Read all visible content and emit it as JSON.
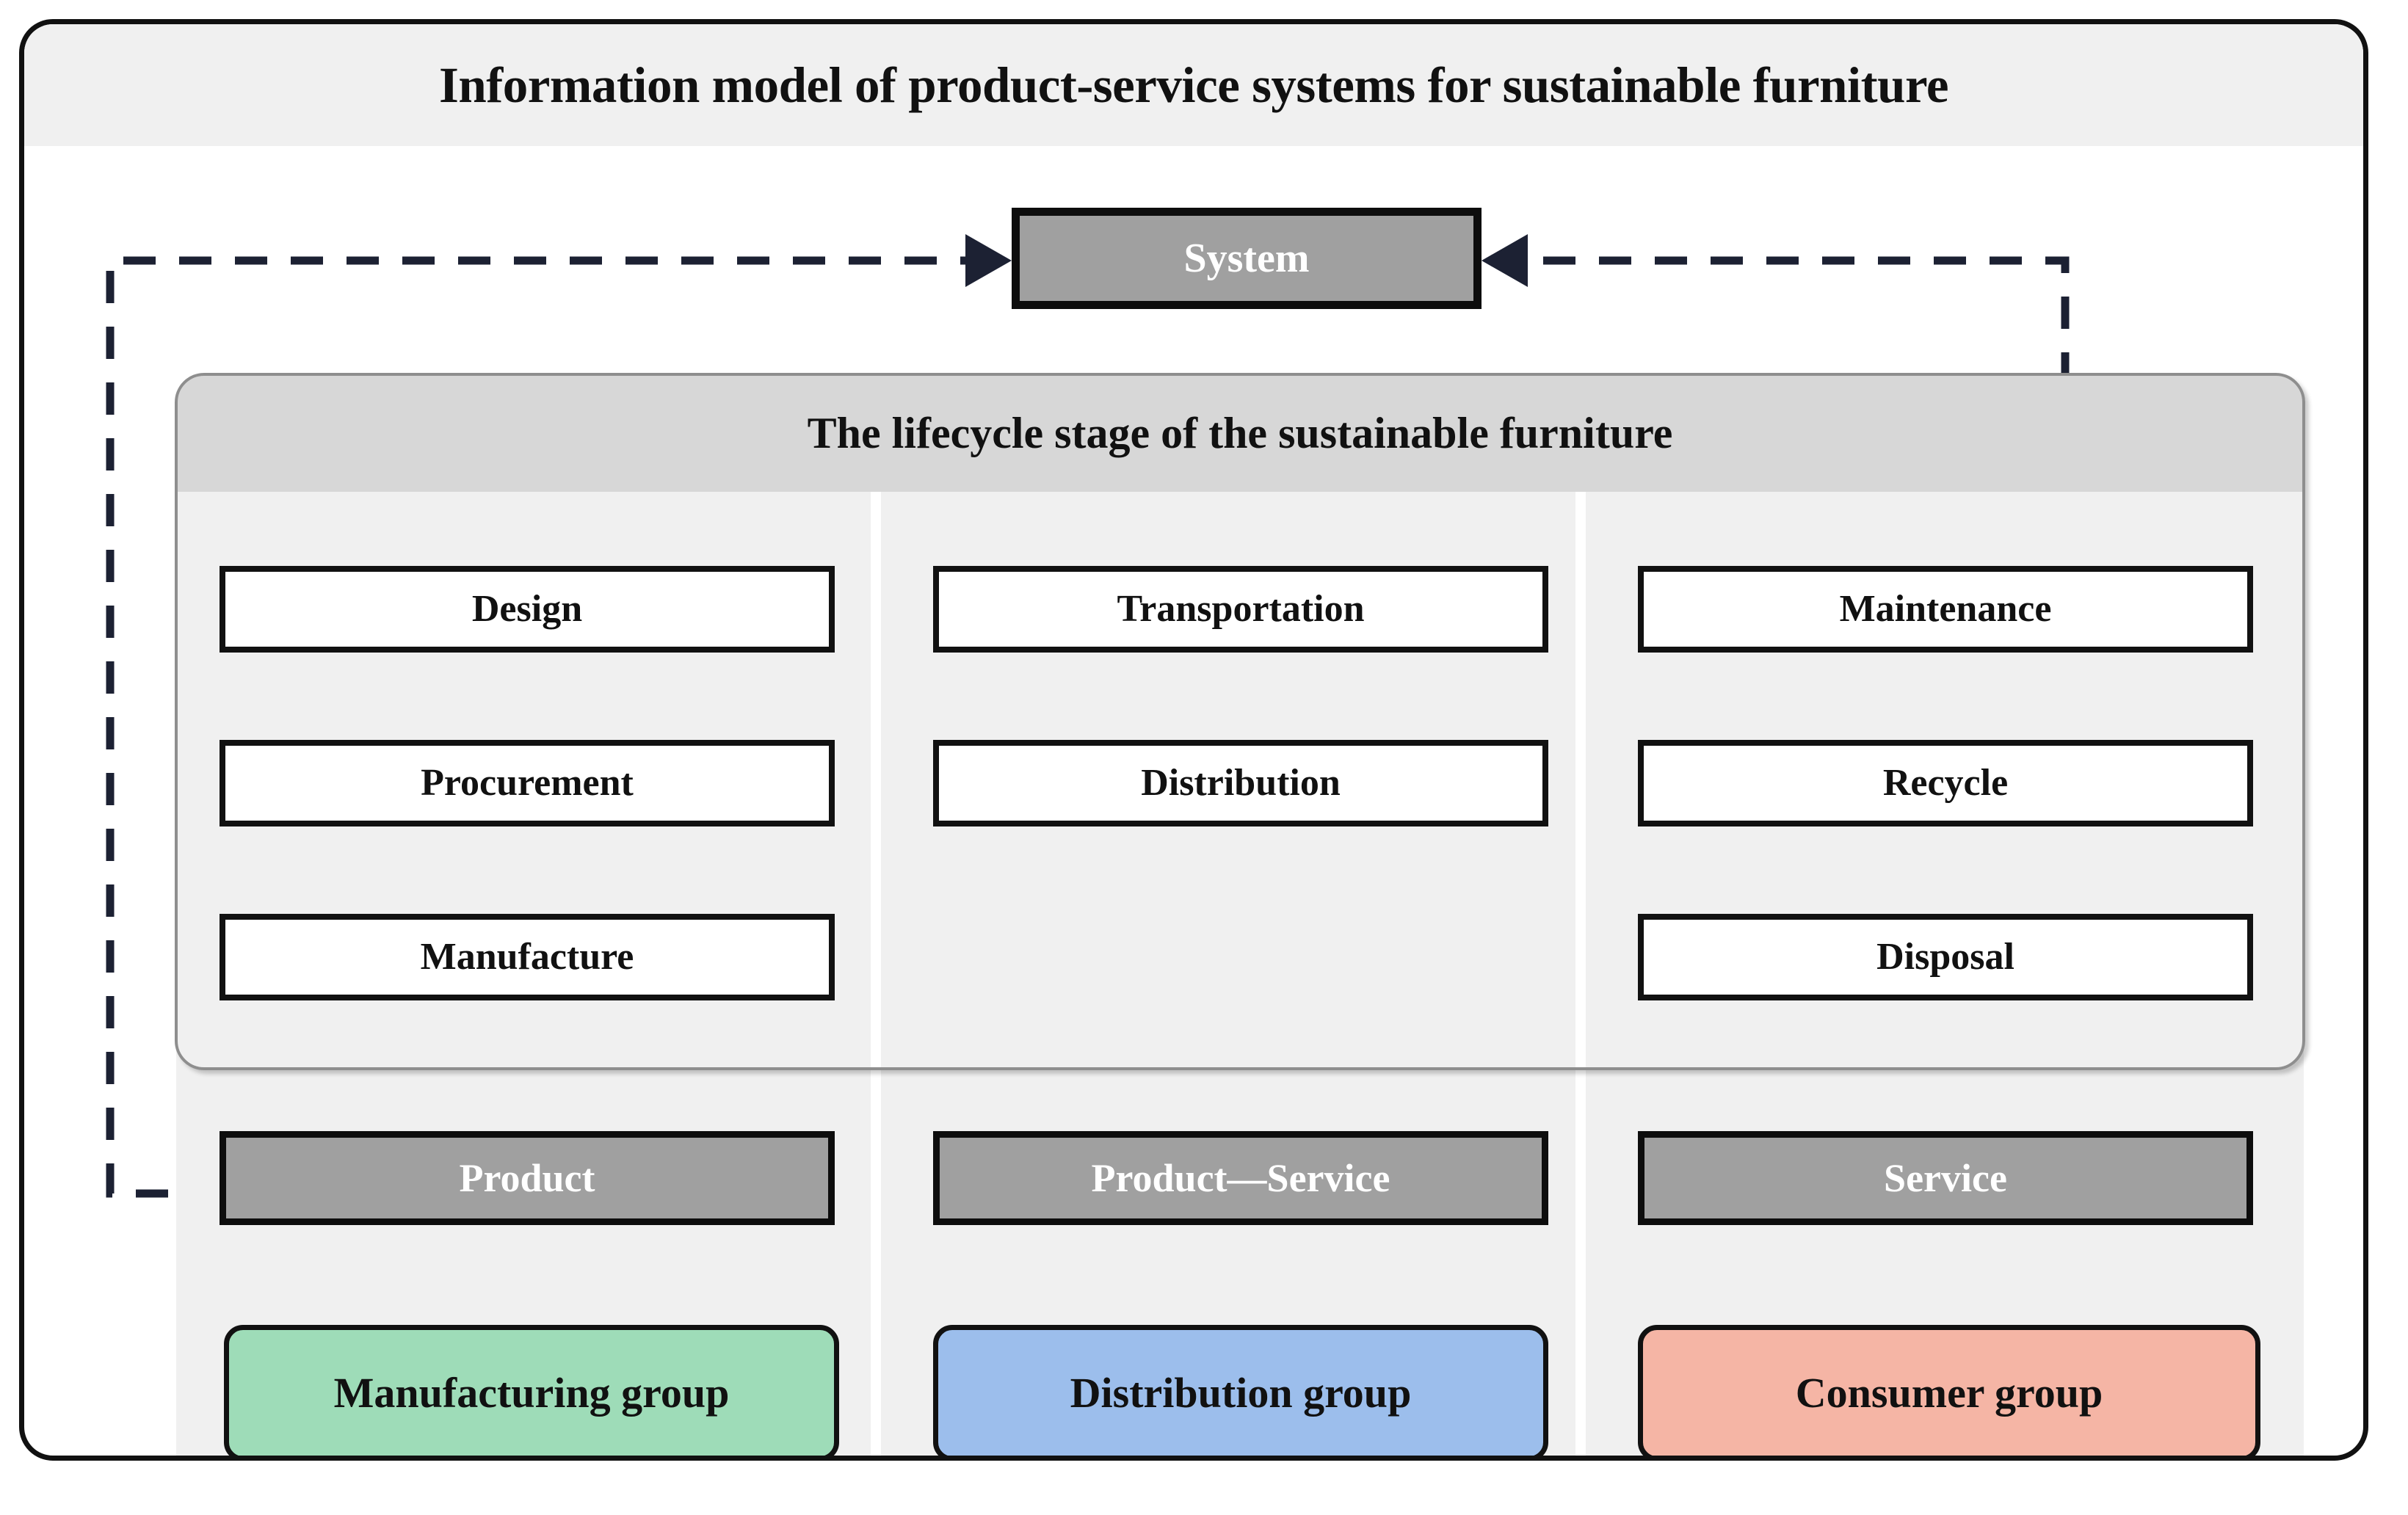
{
  "diagram": {
    "title": "Information model of product-service systems for sustainable furniture",
    "system_node": {
      "label": "System"
    },
    "lifecycle_panel": {
      "header": "The lifecycle stage of the sustainable furniture"
    },
    "columns": [
      {
        "category": "Product",
        "group": "Manufacturing group",
        "group_color": "#9edcb8",
        "stages": [
          "Design",
          "Procurement",
          "Manufacture"
        ]
      },
      {
        "category": "Product—Service",
        "group": "Distribution group",
        "group_color": "#9cbeec",
        "stages": [
          "Transportation",
          "Distribution"
        ]
      },
      {
        "category": "Service",
        "group": "Consumer group",
        "group_color": "#f5b5a5",
        "stages": [
          "Maintenance",
          "Recycle",
          "Disposal"
        ]
      }
    ],
    "connections": {
      "style": "dashed",
      "color": "#1c2133",
      "description": "Feedback loop from Product and Service category bars back up into the System node",
      "arrow_targets": [
        "System",
        "System"
      ]
    },
    "colors": {
      "frame_border": "#111111",
      "title_band": "#f0f0f0",
      "panel_header": "#d7d7d7",
      "column_background": "#f0f0f0",
      "node_gray": "#a0a0a0",
      "dash_navy": "#1c2133"
    }
  }
}
